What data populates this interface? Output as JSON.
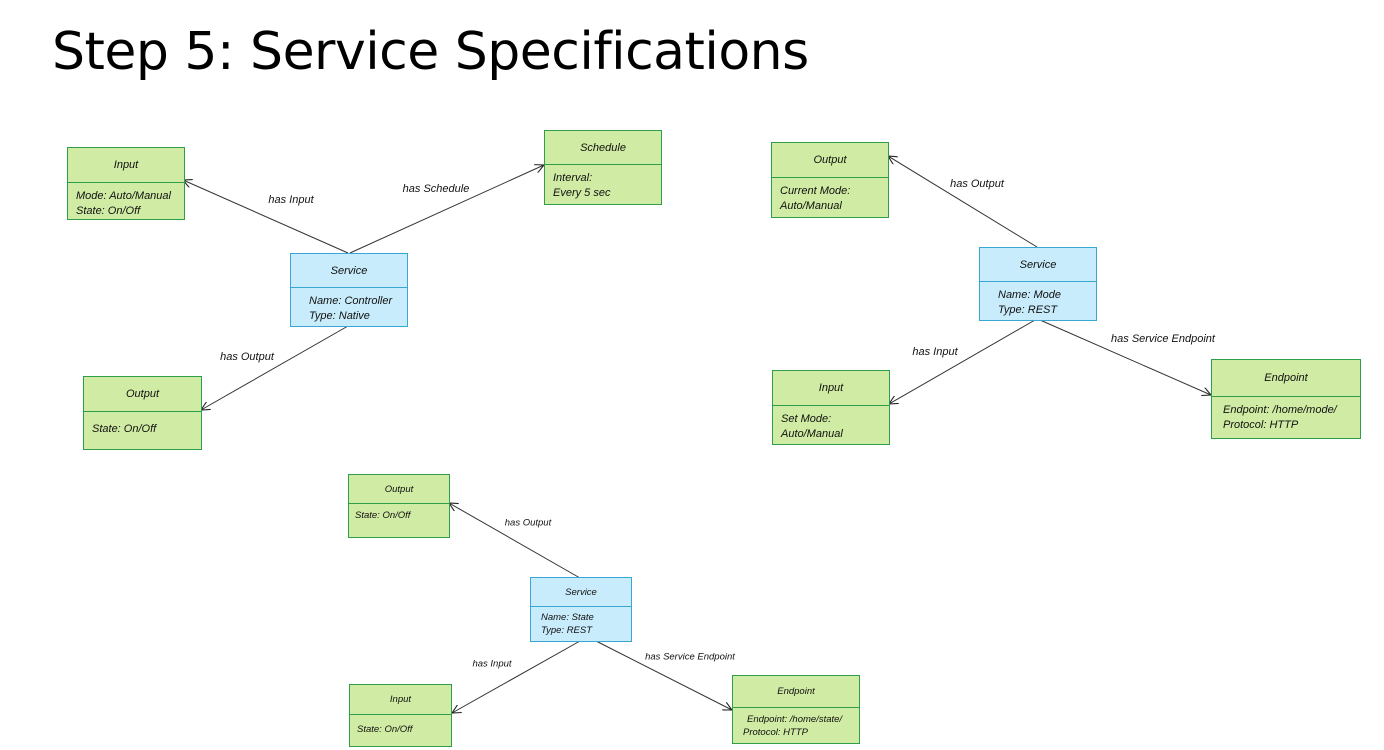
{
  "title": "Step 5: Service Specifications",
  "colors": {
    "class_fill": "#d0eba3",
    "class_border": "#2f9e4a",
    "service_fill": "#c8ecfb",
    "service_border": "#3aa6d4"
  },
  "diagram1": {
    "input": {
      "header": "Input",
      "lines": [
        "Mode: Auto/Manual",
        "State: On/Off"
      ]
    },
    "schedule": {
      "header": "Schedule",
      "lines": [
        "Interval:",
        "Every 5 sec"
      ]
    },
    "service": {
      "header": "Service",
      "lines": [
        "Name: Controller",
        "Type: Native"
      ]
    },
    "output": {
      "header": "Output",
      "lines": [
        "State: On/Off"
      ]
    },
    "labels": {
      "has_input": "has Input",
      "has_schedule": "has Schedule",
      "has_output": "has Output"
    }
  },
  "diagram2": {
    "output": {
      "header": "Output",
      "lines": [
        "Current Mode:",
        "Auto/Manual"
      ]
    },
    "service": {
      "header": "Service",
      "lines": [
        "Name: Mode",
        "Type: REST"
      ]
    },
    "input": {
      "header": "Input",
      "lines": [
        "Set Mode:",
        "Auto/Manual"
      ]
    },
    "endpoint": {
      "header": "Endpoint",
      "lines": [
        "Endpoint: /home/mode/",
        "Protocol: HTTP"
      ]
    },
    "labels": {
      "has_output": "has Output",
      "has_input": "has Input",
      "has_endpoint": "has Service Endpoint"
    }
  },
  "diagram3": {
    "output": {
      "header": "Output",
      "lines": [
        "State: On/Off"
      ]
    },
    "service": {
      "header": "Service",
      "lines": [
        "Name: State",
        "Type: REST"
      ]
    },
    "input": {
      "header": "Input",
      "lines": [
        "State: On/Off"
      ]
    },
    "endpoint": {
      "header": "Endpoint",
      "lines": [
        "Endpoint: /home/state/",
        "Protocol: HTTP"
      ]
    },
    "labels": {
      "has_output": "has Output",
      "has_input": "has Input",
      "has_endpoint": "has Service Endpoint"
    }
  }
}
